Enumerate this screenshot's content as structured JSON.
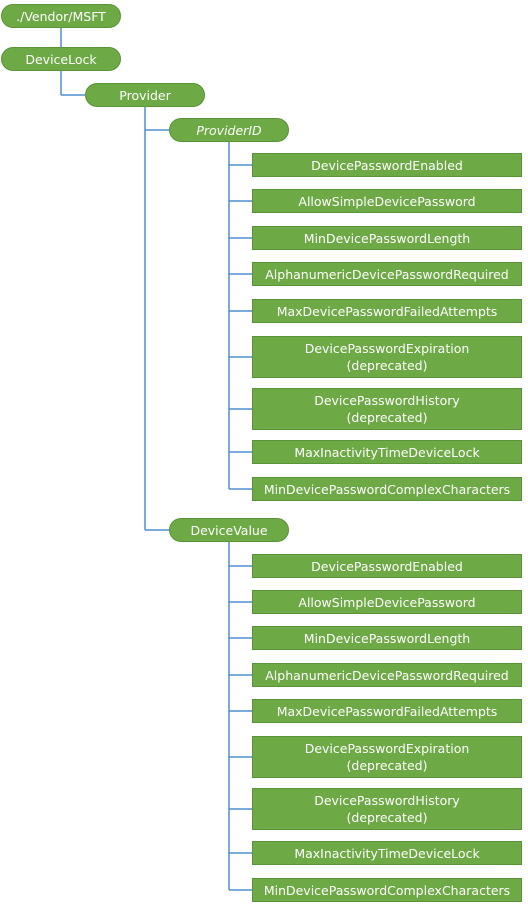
{
  "colors": {
    "node_fill": "#6da945",
    "node_border": "#5a9438",
    "connector": "#4f8fd1"
  },
  "tree": {
    "root": "./Vendor/MSFT",
    "devicelock": "DeviceLock",
    "provider": "Provider",
    "provider_id": "ProviderID",
    "device_value": "DeviceValue",
    "provider_id_children": [
      "DevicePasswordEnabled",
      "AllowSimpleDevicePassword",
      "MinDevicePasswordLength",
      "AlphanumericDevicePasswordRequired",
      "MaxDevicePasswordFailedAttempts",
      "DevicePasswordExpiration\n(deprecated)",
      "DevicePasswordHistory\n(deprecated)",
      "MaxInactivityTimeDeviceLock",
      "MinDevicePasswordComplexCharacters"
    ],
    "device_value_children": [
      "DevicePasswordEnabled",
      "AllowSimpleDevicePassword",
      "MinDevicePasswordLength",
      "AlphanumericDevicePasswordRequired",
      "MaxDevicePasswordFailedAttempts",
      "DevicePasswordExpiration\n(deprecated)",
      "DevicePasswordHistory\n(deprecated)",
      "MaxInactivityTimeDeviceLock",
      "MinDevicePasswordComplexCharacters"
    ]
  }
}
